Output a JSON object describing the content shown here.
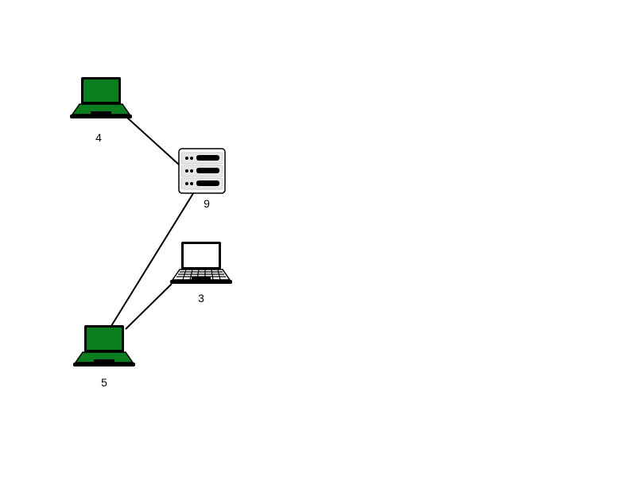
{
  "colors": {
    "background": "#ffffff",
    "link": "#000000",
    "active_screen": "#0a7d1e",
    "idle_screen": "#ffffff",
    "device_body": "#000000",
    "server_panel": "#e6e6e6"
  },
  "nodes": [
    {
      "id": "4",
      "label": "4",
      "type": "laptop",
      "status": "active",
      "icon": "laptop-icon"
    },
    {
      "id": "9",
      "label": "9",
      "type": "server",
      "status": "idle",
      "icon": "server-icon"
    },
    {
      "id": "3",
      "label": "3",
      "type": "laptop",
      "status": "idle",
      "icon": "laptop-icon"
    },
    {
      "id": "5",
      "label": "5",
      "type": "laptop",
      "status": "active",
      "icon": "laptop-icon"
    }
  ],
  "links": [
    {
      "from": "4",
      "to": "9"
    },
    {
      "from": "9",
      "to": "5"
    },
    {
      "from": "3",
      "to": "5"
    }
  ]
}
